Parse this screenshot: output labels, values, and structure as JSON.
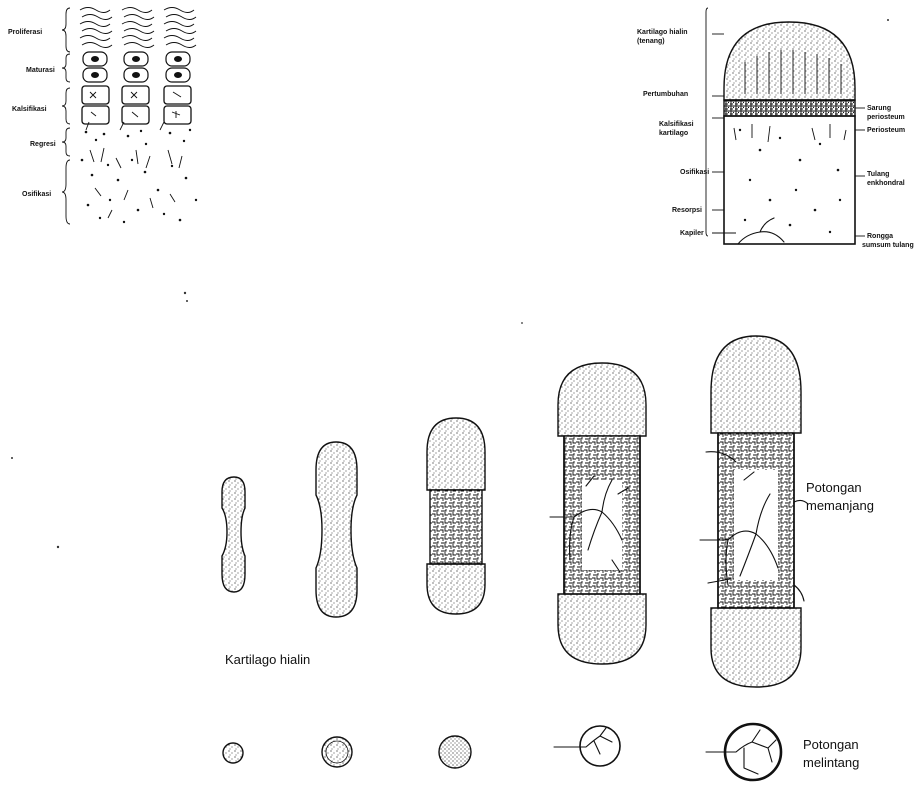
{
  "inset_left": {
    "zone_labels": [
      "Proliferasi",
      "Maturasi",
      "Kalsifikasi",
      "Regresi",
      "Osifikasi"
    ]
  },
  "inset_right": {
    "left_labels": [
      "Kartilago hialin",
      "(tenang)",
      "Pertumbuhan",
      "Kalsifikasi",
      "kartilago",
      "Osifikasi",
      "Resorpsi",
      "Kapiler"
    ],
    "right_labels": [
      "Sarung",
      "periosteum",
      "Periosteum",
      "Tulang",
      "enkhondral",
      "Rongga",
      "sumsum tulang"
    ]
  },
  "main": {
    "label_hyaline": "Kartilago hialin",
    "label_longitudinal": [
      "Potongan",
      "memanjang"
    ],
    "label_cross": [
      "Potongan",
      "melintang"
    ]
  }
}
